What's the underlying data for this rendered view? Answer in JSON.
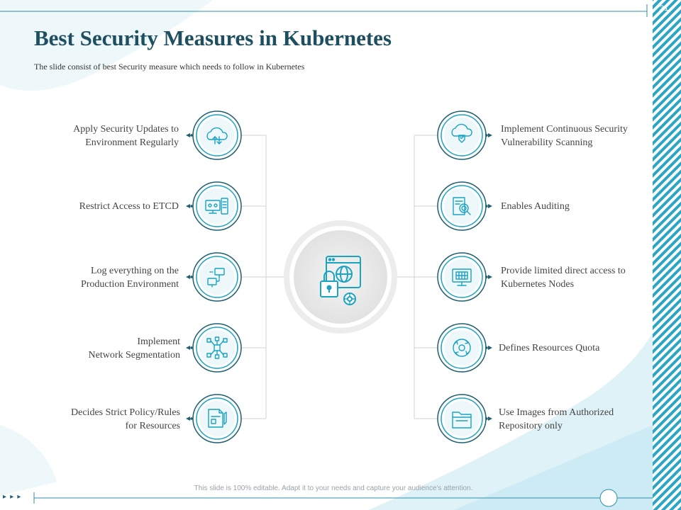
{
  "slide": {
    "title": "Best Security Measures in Kubernetes",
    "subtitle": "The slide consist  of best Security measure which needs to follow in Kubernetes",
    "footer": "This slide is 100% editable. Adapt it to your needs and capture your audience's attention.",
    "slide_number": "31",
    "nav_arrows": "▸ ▸ ▸"
  },
  "left_items": [
    {
      "lines": [
        "Apply Security Updates to",
        "Environment  Regularly"
      ],
      "icon": "cloud-upload-icon"
    },
    {
      "lines": [
        "Restrict Access to ETCD"
      ],
      "icon": "server-monitor-icon"
    },
    {
      "lines": [
        "Log everything on the",
        "Production Environment"
      ],
      "icon": "network-computers-icon"
    },
    {
      "lines": [
        "Implement",
        "Network Segmentation"
      ],
      "icon": "network-nodes-icon"
    },
    {
      "lines": [
        "Decides Strict Policy/Rules",
        "for Resources"
      ],
      "icon": "policy-document-icon"
    }
  ],
  "right_items": [
    {
      "lines": [
        "Implement Continuous Security",
        "Vulnerability Scanning"
      ],
      "icon": "cloud-shield-icon"
    },
    {
      "lines": [
        "Enables Auditing"
      ],
      "icon": "audit-magnifier-icon"
    },
    {
      "lines": [
        "Provide limited direct access to",
        "Kubernetes Nodes"
      ],
      "icon": "monitor-nodes-icon"
    },
    {
      "lines": [
        "Defines Resources Quota"
      ],
      "icon": "recycle-gear-icon"
    },
    {
      "lines": [
        "Use Images from Authorized",
        "Repository only"
      ],
      "icon": "folder-icon"
    }
  ],
  "center_icon": "kubernetes-security-lock-icon",
  "colors": {
    "title": "#1d4f60",
    "accent": "#1aa3c3",
    "dark_ring": "#1f5f70",
    "stripe": "#2aa6c4"
  }
}
